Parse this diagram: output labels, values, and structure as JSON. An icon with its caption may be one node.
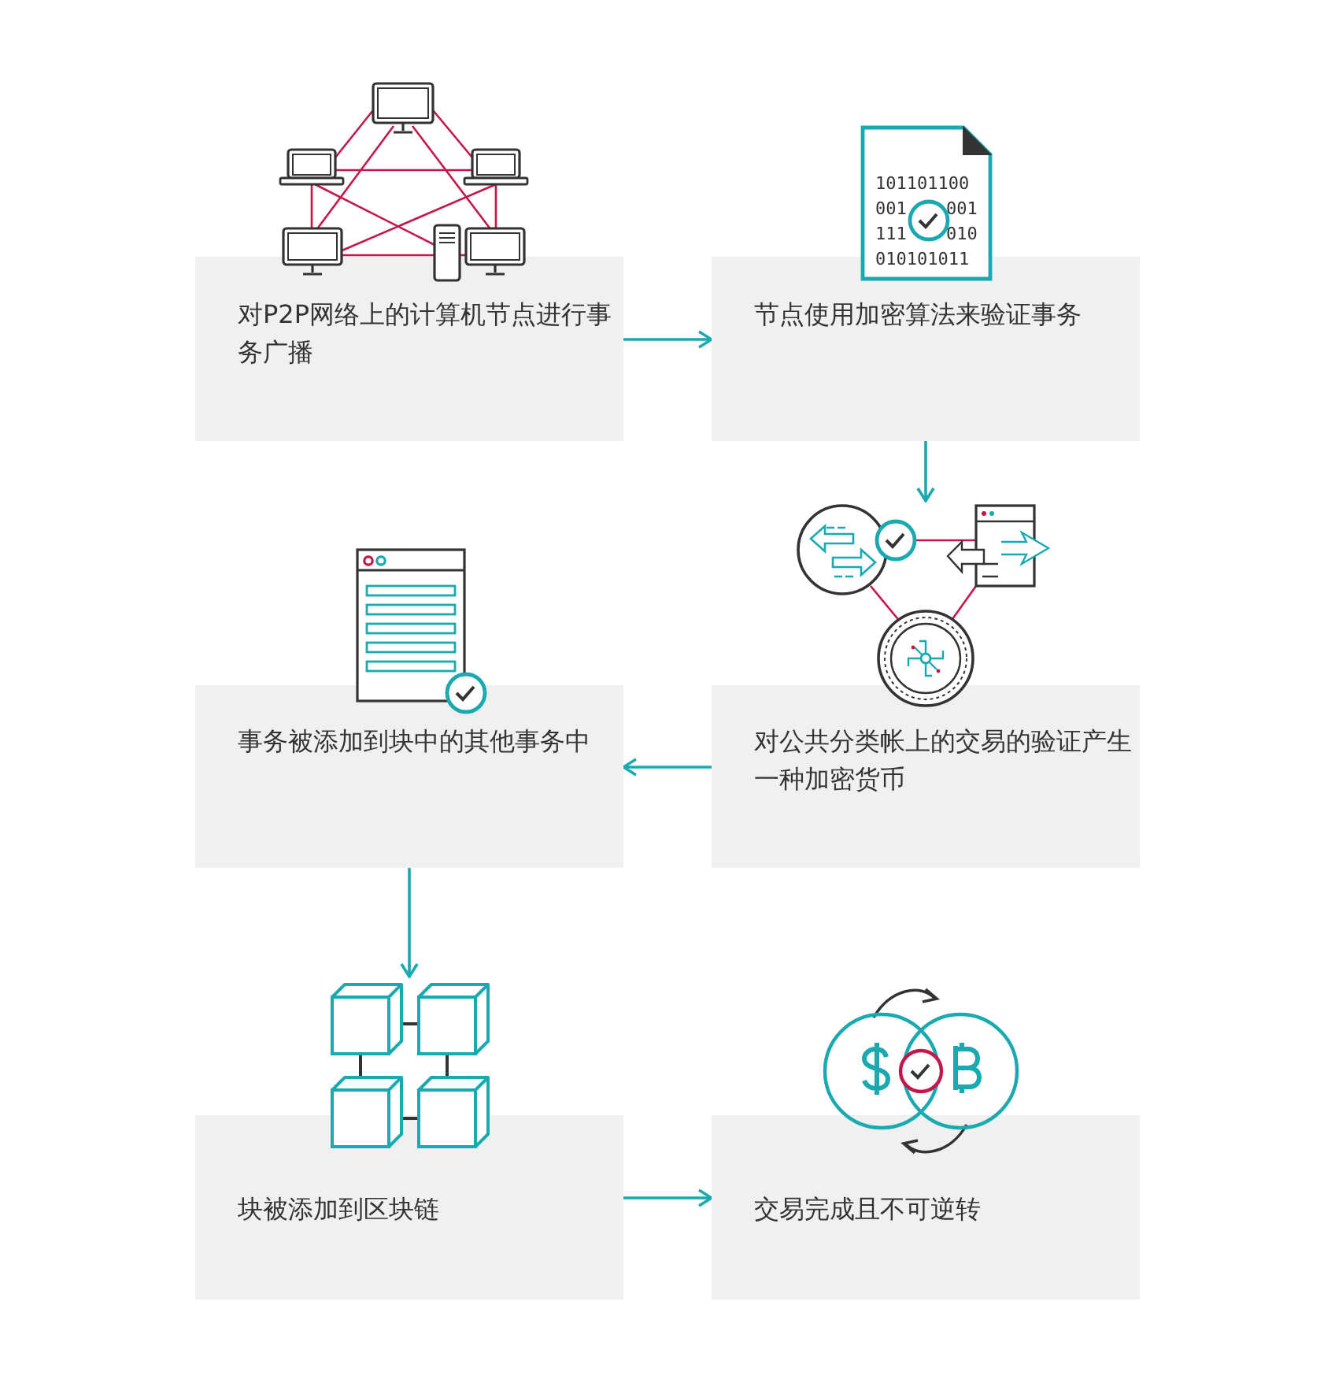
{
  "diagram": {
    "nodes": [
      {
        "text": [
          "对P2P网络上的计算机节点进行事务广播"
        ]
      },
      {
        "text": [
          "节点使用加密算法来验证事务"
        ]
      },
      {
        "text": [
          "事务被添加到块中的其他事务中"
        ]
      },
      {
        "text": [
          "对公共分类帐上的交易的验证产生一种加密货币"
        ]
      },
      {
        "text": [
          "块被添加到区块链"
        ]
      },
      {
        "text": [
          "交易完成且不可逆转"
        ]
      }
    ],
    "edges": [
      {
        "from": 0,
        "to": 1,
        "arrow": "to"
      },
      {
        "from": 1,
        "to": 3,
        "arrow": "to"
      },
      {
        "from": 3,
        "to": 2,
        "arrow": "to"
      },
      {
        "from": 2,
        "to": 4,
        "arrow": "to"
      },
      {
        "from": 4,
        "to": 5,
        "arrow": "to"
      }
    ],
    "labels": [
      "101101100",
      "001",
      "001",
      "111",
      "010",
      "010101011"
    ]
  }
}
